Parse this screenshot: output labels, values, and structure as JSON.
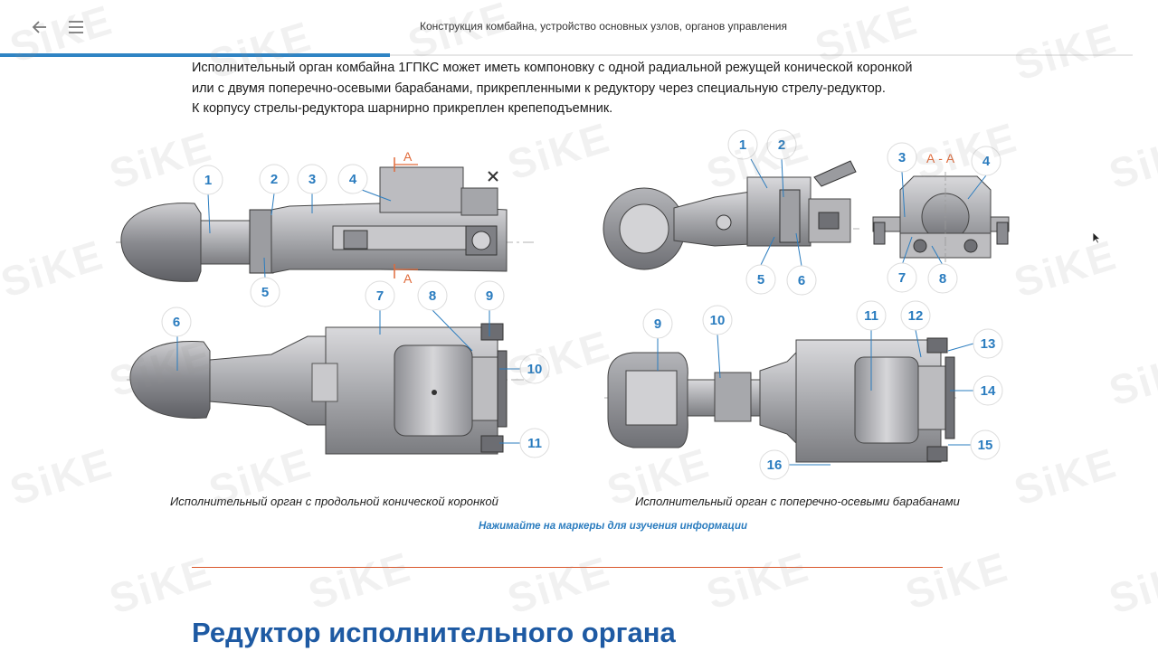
{
  "header": {
    "title": "Конструкция комбайна, устройство основных узлов, органов управления",
    "progress": 0.344
  },
  "intro": {
    "lines": [
      "Исполнительный орган комбайна 1ГПКС может иметь компоновку с одной радиальной режущей конической коронкой",
      "или с двумя поперечно-осевыми барабанами, прикрепленными к редуктору через специальную стрелу-редуктор.",
      "К корпусу стрелы-редуктора шарнирно прикреплен крепеподъемник."
    ]
  },
  "figure": {
    "markers_left": [
      "1",
      "2",
      "3",
      "4",
      "5",
      "6",
      "7",
      "8",
      "9",
      "10",
      "11"
    ],
    "markers_right": [
      "1",
      "2",
      "3",
      "4",
      "5",
      "6",
      "7",
      "8",
      "9",
      "10",
      "11",
      "12",
      "13",
      "14",
      "15",
      "16"
    ],
    "section_labels": [
      "А",
      "А",
      "А - А"
    ]
  },
  "captions": {
    "left": "Исполнительный орган с продольной конической коронкой",
    "right": "Исполнительный орган с поперечно-осевыми барабанами"
  },
  "hint": "Нажимайте на маркеры для изучения информации",
  "next_section": {
    "heading": "Редуктор исполнительного органа"
  },
  "watermark": "SiKE",
  "colors": {
    "accent_blue": "#2a7cbf",
    "progress_blue": "#2f84c4",
    "divider_orange": "#d9572b",
    "section_mark": "#e06a3a",
    "heading_blue": "#1e5aa3"
  }
}
